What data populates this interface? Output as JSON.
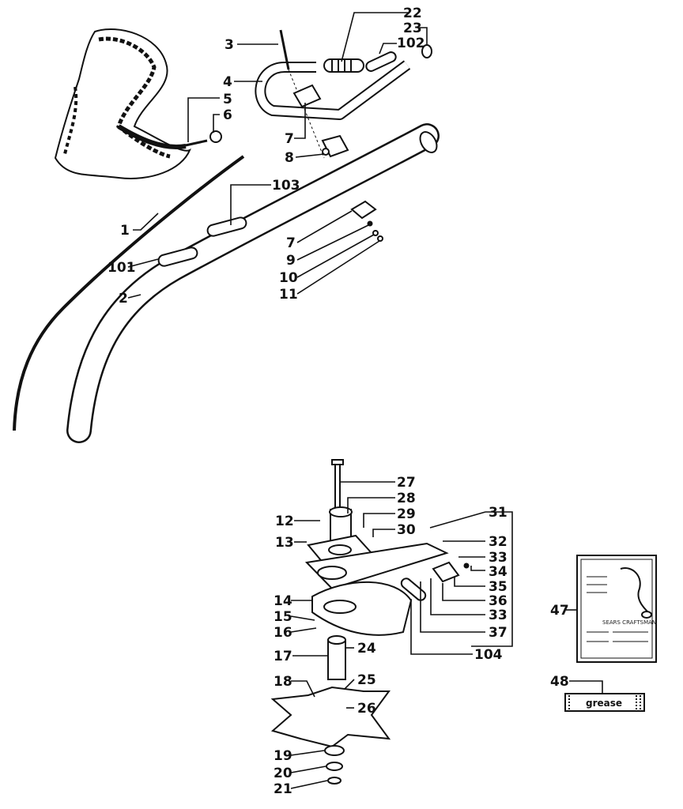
{
  "diagram": {
    "callouts": [
      {
        "id": "c1",
        "text": "1"
      },
      {
        "id": "c2",
        "text": "2"
      },
      {
        "id": "c3",
        "text": "3"
      },
      {
        "id": "c4",
        "text": "4"
      },
      {
        "id": "c5",
        "text": "5"
      },
      {
        "id": "c6",
        "text": "6"
      },
      {
        "id": "c7a",
        "text": "7"
      },
      {
        "id": "c8",
        "text": "8"
      },
      {
        "id": "c22",
        "text": "22"
      },
      {
        "id": "c23",
        "text": "23"
      },
      {
        "id": "c102",
        "text": "102"
      },
      {
        "id": "c103",
        "text": "103"
      },
      {
        "id": "c7b",
        "text": "7"
      },
      {
        "id": "c9",
        "text": "9"
      },
      {
        "id": "c10",
        "text": "10"
      },
      {
        "id": "c11",
        "text": "11"
      },
      {
        "id": "c101",
        "text": "101"
      },
      {
        "id": "c27",
        "text": "27"
      },
      {
        "id": "c28",
        "text": "28"
      },
      {
        "id": "c29",
        "text": "29"
      },
      {
        "id": "c30",
        "text": "30"
      },
      {
        "id": "c31",
        "text": "31"
      },
      {
        "id": "c32",
        "text": "32"
      },
      {
        "id": "c33a",
        "text": "33"
      },
      {
        "id": "c34",
        "text": "34"
      },
      {
        "id": "c35",
        "text": "35"
      },
      {
        "id": "c36",
        "text": "36"
      },
      {
        "id": "c33b",
        "text": "33"
      },
      {
        "id": "c37",
        "text": "37"
      },
      {
        "id": "c104",
        "text": "104"
      },
      {
        "id": "c12",
        "text": "12"
      },
      {
        "id": "c13",
        "text": "13"
      },
      {
        "id": "c14",
        "text": "14"
      },
      {
        "id": "c15",
        "text": "15"
      },
      {
        "id": "c16",
        "text": "16"
      },
      {
        "id": "c17",
        "text": "17"
      },
      {
        "id": "c24",
        "text": "24"
      },
      {
        "id": "c18",
        "text": "18"
      },
      {
        "id": "c25",
        "text": "25"
      },
      {
        "id": "c26",
        "text": "26"
      },
      {
        "id": "c19",
        "text": "19"
      },
      {
        "id": "c20",
        "text": "20"
      },
      {
        "id": "c21",
        "text": "21"
      },
      {
        "id": "c47",
        "text": "47"
      },
      {
        "id": "c48",
        "text": "48"
      }
    ],
    "grease_label": "grease",
    "manual_brand": "SEARS CRAFTSMAN"
  }
}
